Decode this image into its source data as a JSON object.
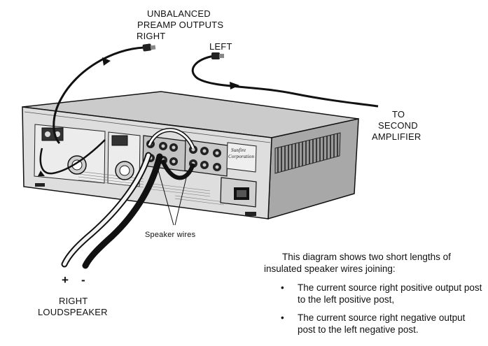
{
  "labels": {
    "unbalanced_line1": "UNBALANCED",
    "unbalanced_line2": "PREAMP OUTPUTS",
    "right": "RIGHT",
    "left": "LEFT",
    "to_second_line1": "TO",
    "to_second_line2": "SECOND",
    "to_second_line3": "AMPLIFIER",
    "speaker_wires": "Speaker wires",
    "plus": "+",
    "minus": "-",
    "right_loud_line1": "RIGHT",
    "right_loud_line2": "LOUDSPEAKER",
    "brand_line1": "Sunfire",
    "brand_line2": "Corporation"
  },
  "caption": {
    "intro": "This diagram shows two short lengths of insulated speaker wires joining:",
    "bullets": [
      "The current source right positive output post to the left positive post,",
      "The current source right negative output post to the left negative post."
    ],
    "bullet_glyph": "•"
  },
  "colors": {
    "line": "#111111",
    "chassis_gray": "#b8b8b8",
    "panel_gray": "#d9d9d9",
    "top_gray": "#c8c8c8",
    "side_gray": "#a9a9a9"
  }
}
